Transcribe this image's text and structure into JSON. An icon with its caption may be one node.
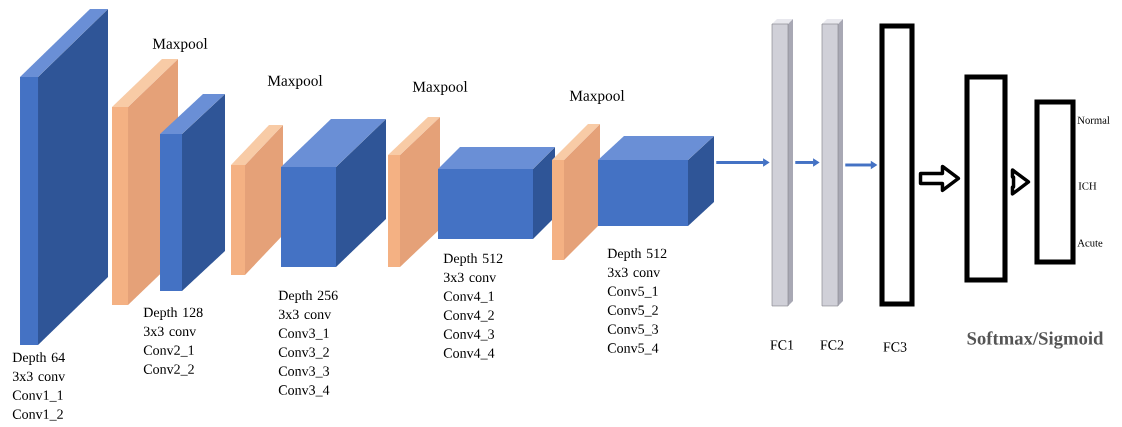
{
  "diagram": {
    "nodes": [
      {
        "text": [
          "Depth 64 3x3 conv Conv1_1 Conv1_2"
        ]
      },
      {
        "text": [
          "Maxpool"
        ]
      },
      {
        "text": [
          "Depth 128 3x3 conv Conv2_1 Conv2_2"
        ]
      },
      {
        "text": [
          "Maxpool"
        ]
      },
      {
        "text": [
          "Depth 256 3x3 conv Conv3_1 Conv3_2 Conv3_3 Conv3_4"
        ]
      },
      {
        "text": [
          "Maxpool"
        ]
      },
      {
        "text": [
          "Depth 512 3x3 conv Conv4_1 Conv4_2 Conv4_3 Conv4_4"
        ]
      },
      {
        "text": [
          "Maxpool"
        ]
      },
      {
        "text": [
          "Depth 512 3x3 conv Conv5_1 Conv5_2 Conv5_3 Conv5_4"
        ]
      },
      {
        "text": [
          "FC1"
        ]
      },
      {
        "text": [
          "FC2"
        ]
      },
      {
        "text": [
          "FC3"
        ]
      },
      {
        "text": [
          "Softmax/Sigmoid"
        ]
      },
      {
        "text": [],
        "shape": "box",
        "beside": [
          "Normal",
          "ICH",
          "Acute"
        ]
      }
    ],
    "edges": [
      {
        "from": 8,
        "to": 9,
        "arrow": "to"
      },
      {
        "from": 9,
        "to": 10,
        "arrow": "to"
      },
      {
        "from": 10,
        "to": 11,
        "arrow": "to"
      },
      {
        "from": 11,
        "to": 12,
        "arrow": "to",
        "style": "thick",
        "color": "#000000"
      },
      {
        "from": 12,
        "to": 13,
        "arrow": "to",
        "style": "thick",
        "color": "#000000"
      }
    ]
  }
}
